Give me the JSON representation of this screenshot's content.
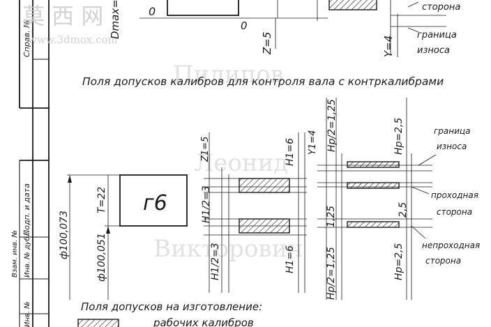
{
  "watermark": {
    "logo_chars": "莫 西 网",
    "site": "www.3dmox.com",
    "name_1": "Пилипов",
    "name_2": "Леонид",
    "name_3": "Викторович"
  },
  "side_stamp": {
    "sprav": "Справ. №",
    "podp_data": "Подп. и дата",
    "inv_dubl": "Инв. № дубл.",
    "vzam_inv": "Взам. инв. №",
    "inv_podl": "Инв. №"
  },
  "top_section": {
    "zero_left": "0",
    "zero_right": "0",
    "d_max": "Dmax=",
    "z5": "Z=5",
    "y4": "Y=4",
    "storona": "сторона",
    "granica": "граница",
    "iznosa": "износа"
  },
  "middle_section": {
    "heading": "Поля допусков калибров для контроля вала с контркалибрами",
    "gauge_label": "г6",
    "d_upper": "ф100,073",
    "d_lower": "ф100,051",
    "t22": "T=22",
    "z1_5": "Z1=5",
    "y1_4": "Y1=4",
    "h1_6_top": "H1=6",
    "h1_6_bottom": "H1=6",
    "h1_2_3_top": "H1/2=3",
    "h1_2_3_bottom": "H1/2=3",
    "hp2_125_top": "Hp/2=1,25",
    "hp2_125_bottom": "Hp/2=1,25",
    "v125": "1,25",
    "v25": "2,5",
    "hp25_top": "Hp=2,5",
    "hp25_bottom": "Hp=2,5",
    "granica": "граница",
    "iznosa": "износа",
    "prohodnaya": "проходная",
    "storona_1": "сторона",
    "neprohodnaya": "непроходная",
    "storona_2": "сторона"
  },
  "bottom_section": {
    "heading_1": "Поля допусков на изготовление:",
    "heading_2": "рабочих калибров"
  }
}
